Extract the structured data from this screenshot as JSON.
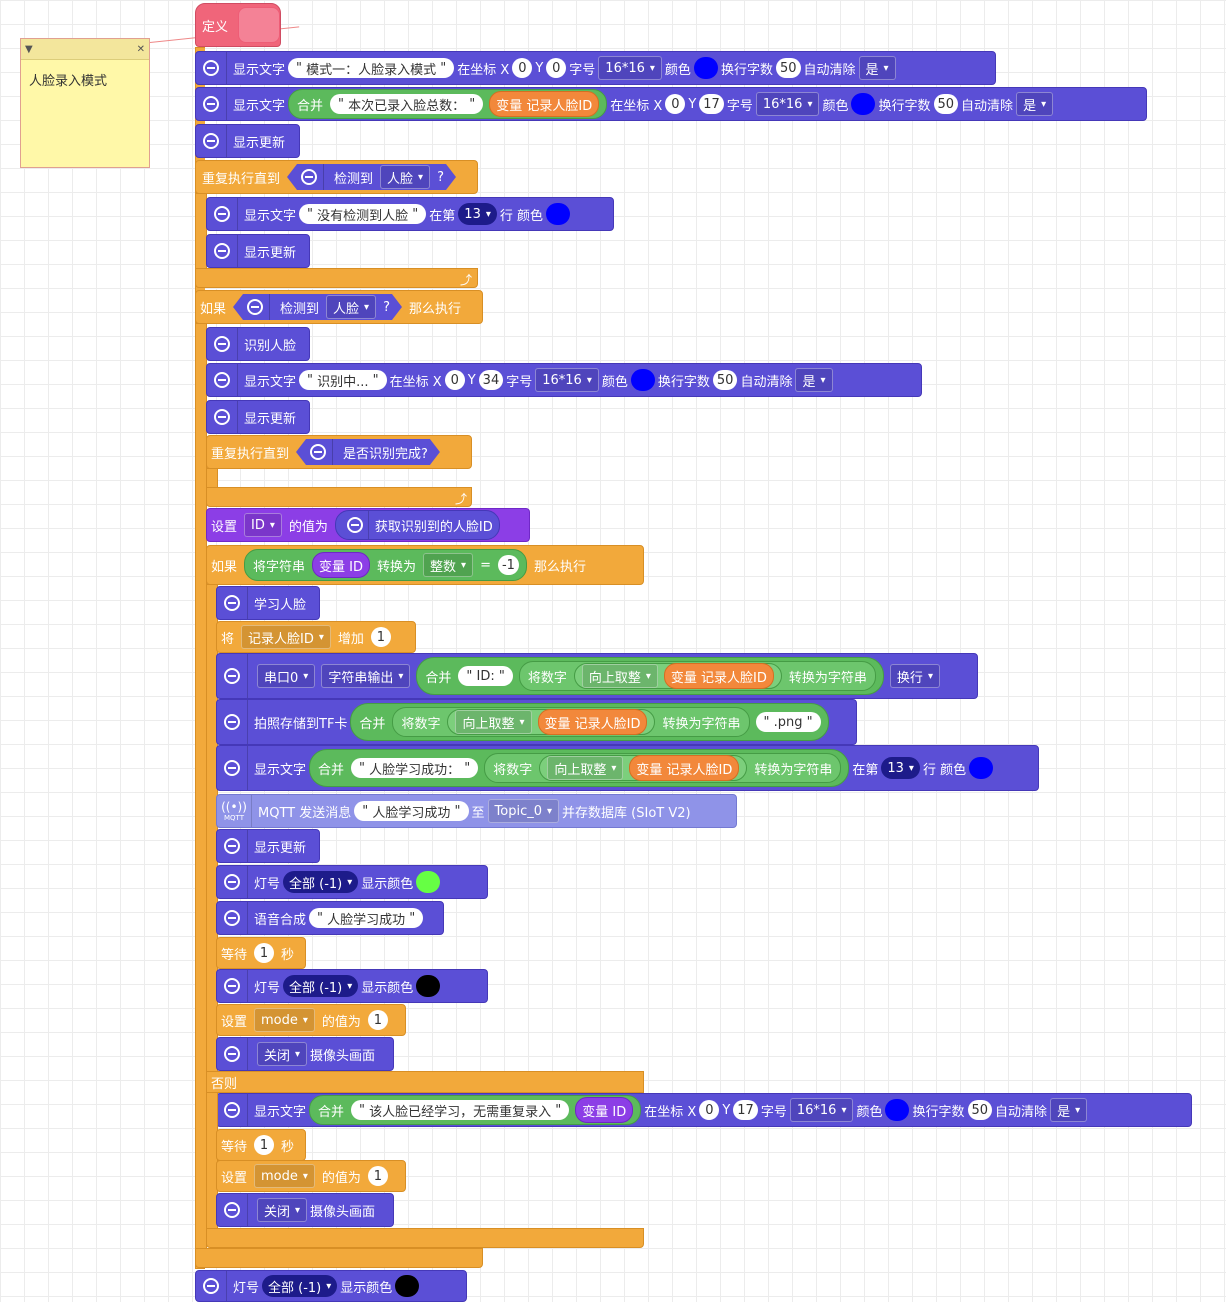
{
  "note": {
    "text": "人脸录入模式"
  },
  "define": {
    "label": "定义"
  },
  "b1": {
    "label": "显示文字",
    "text": "模式一：人脸录入模式",
    "at": "在坐标 X",
    "x": "0",
    "y_label": "Y",
    "y": "0",
    "font_label": "字号",
    "font": "16*16",
    "color_label": "颜色",
    "wrap_label": "换行字数",
    "wrap": "50",
    "clear_label": "自动清除",
    "clear": "是"
  },
  "b2": {
    "label": "显示文字",
    "join": "合并",
    "text": "本次已录入脸总数：",
    "var": "变量 记录人脸ID",
    "at": "在坐标 X",
    "x": "0",
    "y_label": "Y",
    "y": "17",
    "font_label": "字号",
    "font": "16*16",
    "color_label": "颜色",
    "wrap_label": "换行字数",
    "wrap": "50",
    "clear_label": "自动清除",
    "clear": "是"
  },
  "b3": {
    "label": "显示更新"
  },
  "loop1": {
    "label": "重复执行直到",
    "detect": "检测到",
    "what": "人脸",
    "q": "?"
  },
  "b4": {
    "label": "显示文字",
    "text": "没有检测到人脸",
    "at": "在第",
    "row": "13",
    "row_label": "行 颜色"
  },
  "b5": {
    "label": "显示更新"
  },
  "if1": {
    "label": "如果",
    "detect": "检测到",
    "what": "人脸",
    "q": "?",
    "then": "那么执行"
  },
  "b6": {
    "label": "识别人脸"
  },
  "b7": {
    "label": "显示文字",
    "text": "识别中...",
    "at": "在坐标 X",
    "x": "0",
    "y_label": "Y",
    "y": "34",
    "font_label": "字号",
    "font": "16*16",
    "color_label": "颜色",
    "wrap_label": "换行字数",
    "wrap": "50",
    "clear_label": "自动清除",
    "clear": "是"
  },
  "b8": {
    "label": "显示更新"
  },
  "loop2": {
    "label": "重复执行直到",
    "cond": "是否识别完成?"
  },
  "set1": {
    "label": "设置",
    "var": "ID",
    "value_label": "的值为",
    "func": "获取识别到的人脸ID"
  },
  "if2": {
    "label": "如果",
    "convert": "将字符串",
    "var": "变量 ID",
    "to": "转换为",
    "type": "整数",
    "eq": "=",
    "val": "-1",
    "then": "那么执行"
  },
  "b9": {
    "label": "学习人脸"
  },
  "inc": {
    "label": "将",
    "var": "记录人脸ID",
    "add": "增加",
    "val": "1"
  },
  "b10": {
    "port": "串口0",
    "mode": "字符串输出",
    "join": "合并",
    "str": "ID:",
    "tonum": "将数字",
    "ceil": "向上取整",
    "var": "变量 记录人脸ID",
    "tostr": "转换为字符串",
    "nl": "换行"
  },
  "b11": {
    "label": "拍照存储到TF卡",
    "join": "合并",
    "tonum": "将数字",
    "ceil": "向上取整",
    "var": "变量 记录人脸ID",
    "tostr": "转换为字符串",
    "ext": ".png"
  },
  "b12": {
    "label": "显示文字",
    "join": "合并",
    "str": "人脸学习成功：",
    "tonum": "将数字",
    "ceil": "向上取整",
    "var": "变量 记录人脸ID",
    "tostr": "转换为字符串",
    "at": "在第",
    "row": "13",
    "row_label": "行 颜色"
  },
  "mqtt": {
    "icon_text": "MQTT",
    "label": "MQTT 发送消息",
    "msg": "人脸学习成功",
    "to": "至",
    "topic": "Topic_0",
    "save": "并存数据库 (SIoT V2)"
  },
  "b13": {
    "label": "显示更新"
  },
  "b14": {
    "label": "灯号",
    "which": "全部 (-1)",
    "show": "显示颜色"
  },
  "b15": {
    "label": "语音合成",
    "text": "人脸学习成功"
  },
  "wait1": {
    "label": "等待",
    "val": "1",
    "unit": "秒"
  },
  "b16": {
    "label": "灯号",
    "which": "全部 (-1)",
    "show": "显示颜色"
  },
  "set2": {
    "label": "设置",
    "var": "mode",
    "value_label": "的值为",
    "val": "1"
  },
  "b17": {
    "action": "关闭",
    "what": "摄像头画面"
  },
  "else": {
    "label": "否则"
  },
  "b18": {
    "label": "显示文字",
    "join": "合并",
    "text": "该人脸已经学习，无需重复录入",
    "var": "变量 ID",
    "at": "在坐标 X",
    "x": "0",
    "y_label": "Y",
    "y": "17",
    "font_label": "字号",
    "font": "16*16",
    "color_label": "颜色",
    "wrap_label": "换行字数",
    "wrap": "50",
    "clear_label": "自动清除",
    "clear": "是"
  },
  "wait2": {
    "label": "等待",
    "val": "1",
    "unit": "秒"
  },
  "set3": {
    "label": "设置",
    "var": "mode",
    "value_label": "的值为",
    "val": "1"
  },
  "b19": {
    "action": "关闭",
    "what": "摄像头画面"
  },
  "b20": {
    "label": "灯号",
    "which": "全部 (-1)",
    "show": "显示颜色"
  },
  "colors": {
    "blue": "#0000ff",
    "green": "#66ff44",
    "black": "#000000"
  }
}
